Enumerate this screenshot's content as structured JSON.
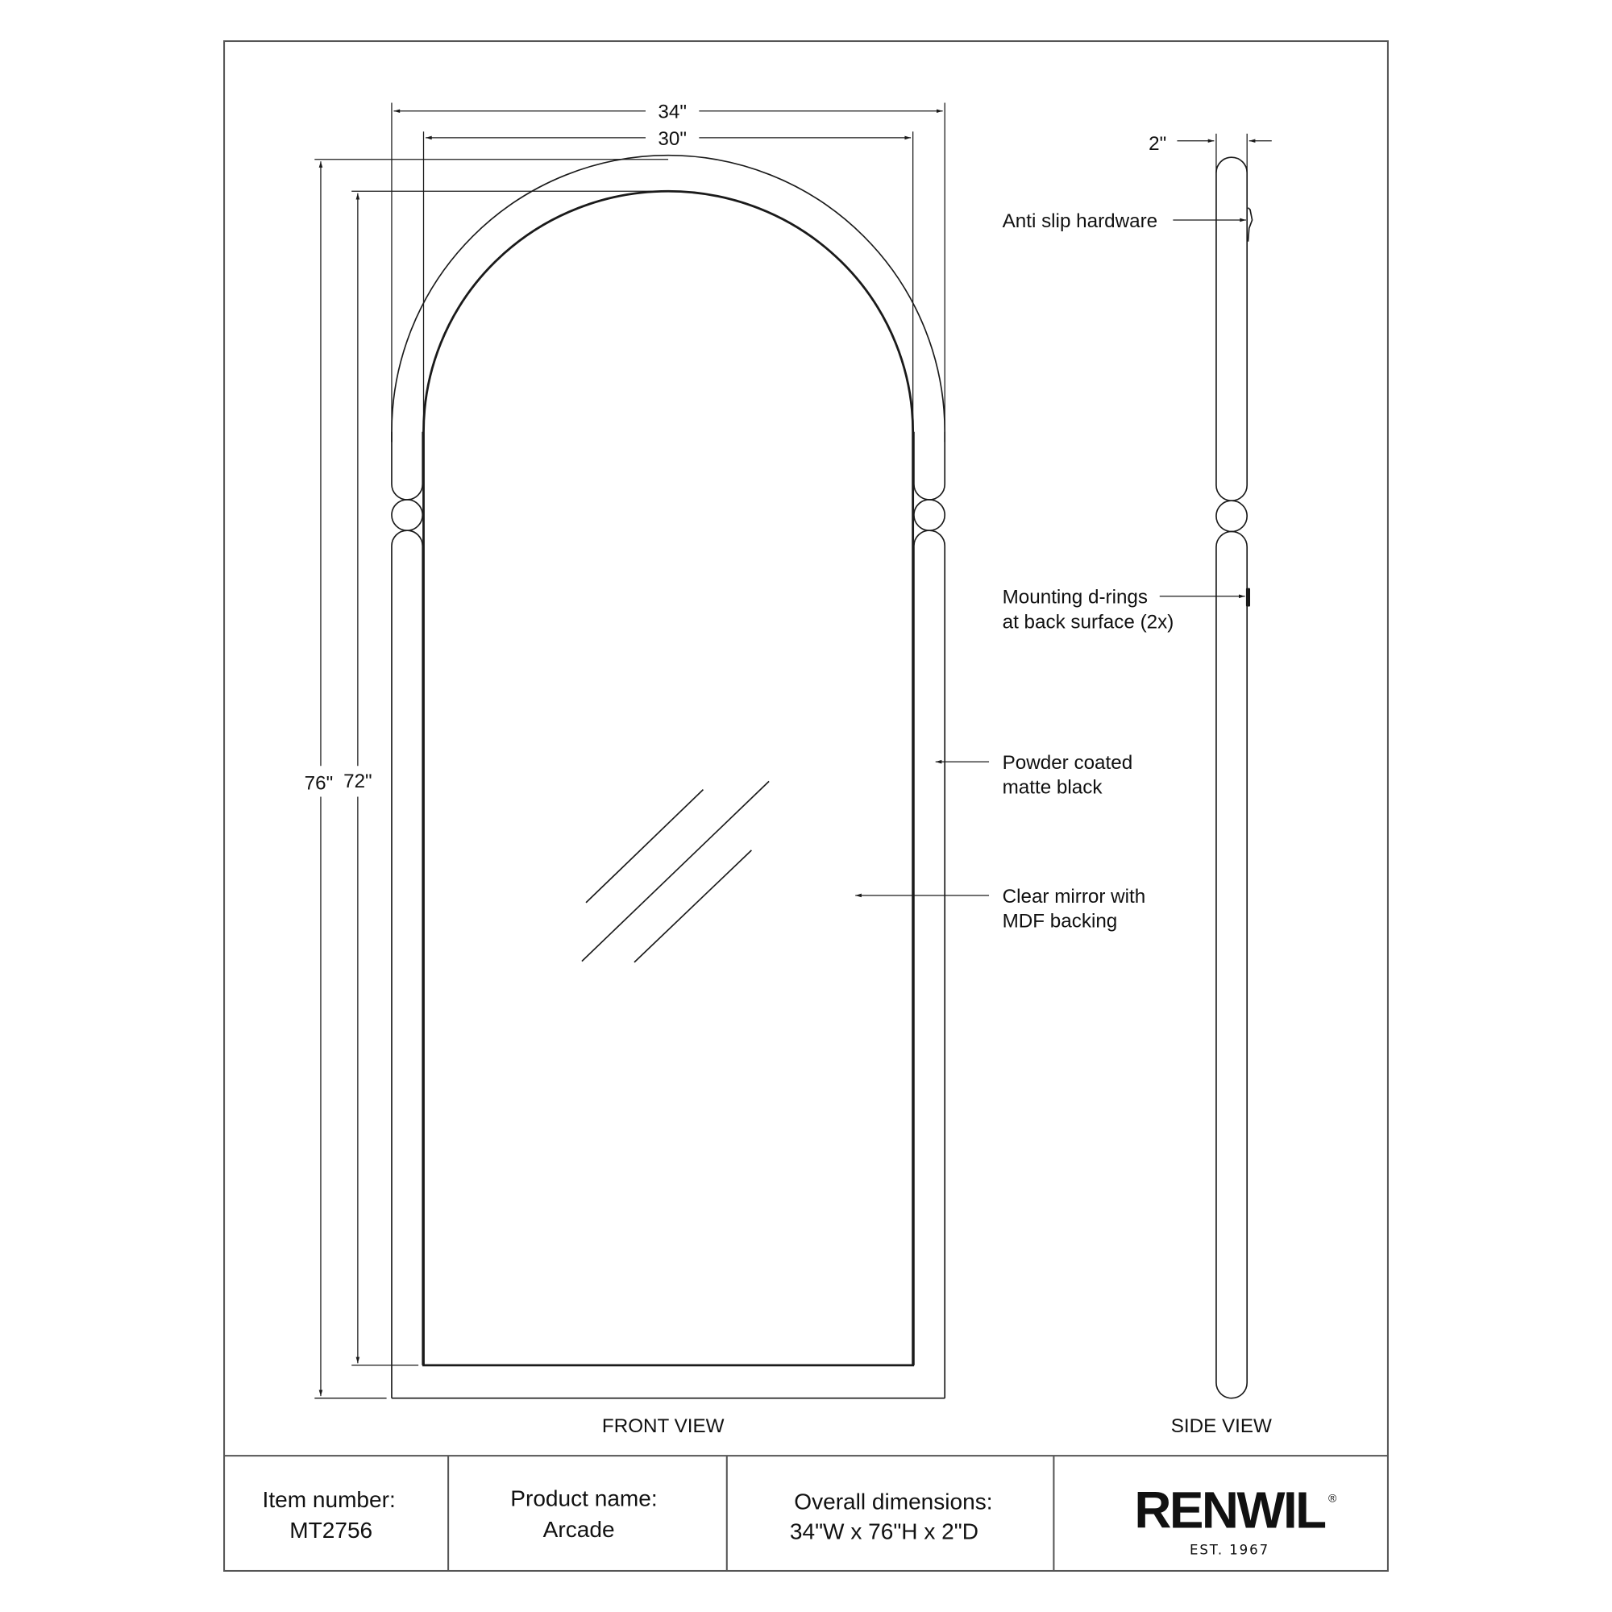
{
  "drawing": {
    "dimensions": {
      "outer_width": "34\"",
      "inner_width": "30\"",
      "outer_height": "76\"",
      "inner_height": "72\"",
      "depth": "2\""
    },
    "callouts": {
      "anti_slip": "Anti slip hardware",
      "d_rings_line1": "Mounting d-rings",
      "d_rings_line2": "at back surface (2x)",
      "powder_line1": "Powder coated",
      "powder_line2": "matte black",
      "mirror_line1": "Clear mirror with",
      "mirror_line2": "MDF backing"
    },
    "view_labels": {
      "front": "FRONT VIEW",
      "side": "SIDE VIEW"
    }
  },
  "title_block": {
    "item_label": "Item number:",
    "item_value": "MT2756",
    "product_label": "Product name:",
    "product_value": "Arcade",
    "dimensions_label": "Overall dimensions:",
    "dimensions_value": "34\"W x 76\"H x 2\"D",
    "brand": "RENWIL",
    "brand_mark": "®",
    "brand_tagline": "EST. 1967"
  },
  "colors": {
    "line": "#1a1a1a",
    "border": "#555555",
    "background": "#ffffff"
  }
}
